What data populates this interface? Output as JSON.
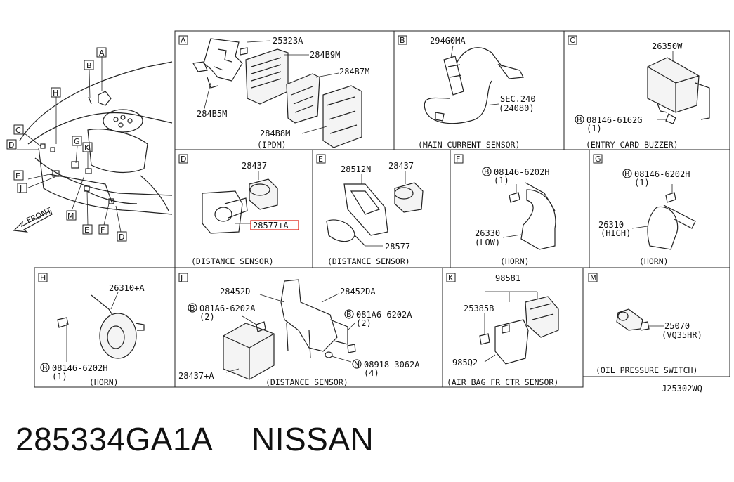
{
  "panels": {
    "A": {
      "letter": "A",
      "labels": [
        "25323A",
        "284B9M",
        "284B7M",
        "284B5M",
        "284B8M"
      ],
      "caption": "(IPDM)"
    },
    "B": {
      "letter": "B",
      "labels": [
        "294G0MA",
        "SEC.240",
        "(24080)"
      ],
      "caption": "(MAIN CURRENT SENSOR)"
    },
    "C": {
      "letter": "C",
      "labels": [
        "26350W",
        "08146-6162G",
        "(1)"
      ],
      "caption": "(ENTRY CARD BUZZER)"
    },
    "D": {
      "letter": "D",
      "labels": [
        "28437",
        "28577+A"
      ],
      "caption": "(DISTANCE SENSOR)"
    },
    "E": {
      "letter": "E",
      "labels": [
        "28512N",
        "28437",
        "28577"
      ],
      "caption": "(DISTANCE SENSOR)"
    },
    "F": {
      "letter": "F",
      "labels": [
        "08146-6202H",
        "(1)",
        "26330",
        "(LOW)"
      ],
      "caption": "(HORN)"
    },
    "G": {
      "letter": "G",
      "labels": [
        "08146-6202H",
        "(1)",
        "26310",
        "(HIGH)"
      ],
      "caption": "(HORN)"
    },
    "H": {
      "letter": "H",
      "labels": [
        "26310+A",
        "08146-6202H",
        "(1)"
      ],
      "caption": "(HORN)"
    },
    "J": {
      "letter": "J",
      "labels": [
        "28452D",
        "28452DA",
        "081A6-6202A",
        "(2)",
        "081A6-6202A",
        "(2)",
        "28437+A",
        "08918-3062A",
        "(4)"
      ],
      "caption": "(DISTANCE SENSOR)"
    },
    "K": {
      "letter": "K",
      "labels": [
        "98581",
        "25385B",
        "985Q2"
      ],
      "caption": "(AIR BAG FR CTR SENSOR)"
    },
    "M": {
      "letter": "M",
      "labels": [
        "25070",
        "(VQ35HR)"
      ],
      "caption": "(OIL PRESSURE SWITCH)"
    }
  },
  "overview": {
    "callouts": [
      "A",
      "B",
      "H",
      "C",
      "D",
      "G",
      "K",
      "E",
      "J",
      "M",
      "E",
      "F",
      "D"
    ],
    "front_label": "FRONT"
  },
  "symbols": {
    "bolt_prefix": "B",
    "nut_prefix": "N"
  },
  "diagram_code": "J25302WQ",
  "footer": {
    "part_number": "285334GA1A",
    "brand": "NISSAN"
  },
  "colors": {
    "highlight": "#e0261b",
    "ink": "#111111"
  }
}
